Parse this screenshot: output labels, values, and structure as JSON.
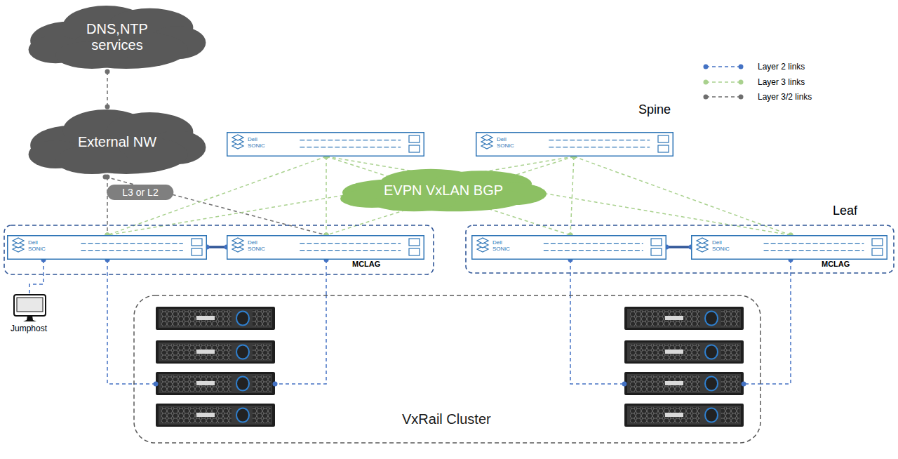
{
  "diagram": {
    "nodes": [
      {
        "text": [
          "DNS,NTP services"
        ]
      },
      {
        "text": [
          "External NW"
        ]
      },
      {
        "text": [
          "Dell SONiC"
        ]
      },
      {
        "text": [
          "Dell SONiC"
        ]
      },
      {
        "text": [
          "EVPN VxLAN BGP"
        ]
      },
      {
        "text": [
          "MCLAG"
        ]
      },
      {
        "text": [
          "Dell SONiC"
        ],
        "in": 5
      },
      {
        "text": [
          "Dell SONiC"
        ],
        "in": 5
      },
      {
        "text": [
          "MCLAG"
        ]
      },
      {
        "text": [
          "Dell SONiC"
        ],
        "in": 8
      },
      {
        "text": [
          "Dell SONiC"
        ],
        "in": 8
      },
      {
        "text": [
          "Jumphost"
        ]
      },
      {
        "text": [
          "VxRail Cluster"
        ]
      }
    ],
    "edges": [
      {
        "from": 0,
        "to": 1,
        "arrow": "none"
      },
      {
        "from": 1,
        "to": 6,
        "arrow": "none"
      },
      {
        "from": 1,
        "to": 7,
        "label": "L3 or L2",
        "arrow": "none"
      },
      {
        "from": 2,
        "to": 6,
        "arrow": "none"
      },
      {
        "from": 2,
        "to": 7,
        "arrow": "none"
      },
      {
        "from": 2,
        "to": 9,
        "arrow": "none"
      },
      {
        "from": 2,
        "to": 10,
        "arrow": "none"
      },
      {
        "from": 3,
        "to": 6,
        "arrow": "none"
      },
      {
        "from": 3,
        "to": 7,
        "arrow": "none"
      },
      {
        "from": 3,
        "to": 9,
        "arrow": "none"
      },
      {
        "from": 3,
        "to": 10,
        "arrow": "none"
      },
      {
        "from": 6,
        "to": 11,
        "arrow": "none"
      },
      {
        "from": 6,
        "to": 12,
        "arrow": "none"
      },
      {
        "from": 7,
        "to": 12,
        "arrow": "none"
      },
      {
        "from": 9,
        "to": 12,
        "arrow": "none"
      },
      {
        "from": 10,
        "to": 12,
        "arrow": "none"
      },
      {
        "from": 6,
        "to": 7,
        "arrow": "none"
      },
      {
        "from": 9,
        "to": 10,
        "arrow": "none"
      }
    ],
    "labels": [
      "Spine",
      "Leaf"
    ],
    "legend": [
      {
        "text": "Layer 2 links"
      },
      {
        "text": "Layer 3 links"
      },
      {
        "text": "Layer 3/2 links"
      }
    ]
  }
}
